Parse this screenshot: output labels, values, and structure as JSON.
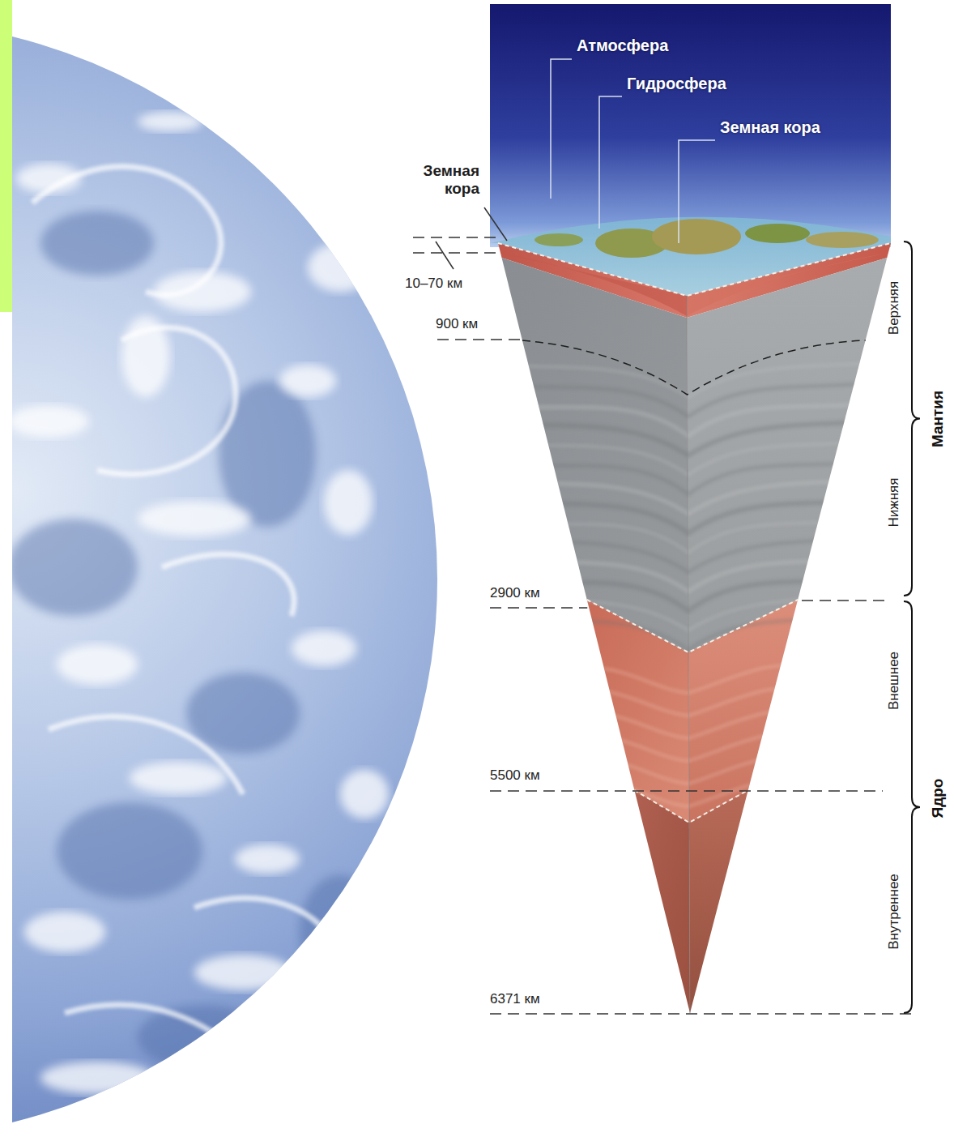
{
  "diagram": {
    "labels": [
      "Атмосфера",
      "Гидросфера",
      "Земная кора",
      "Земная кора",
      "10–70 км",
      "900 км",
      "Верхняя",
      "Мантия",
      "Нижняя",
      "2900 км",
      "Внешнее",
      "5500 км",
      "Ядро",
      "Внутреннее",
      "6371 км"
    ]
  }
}
